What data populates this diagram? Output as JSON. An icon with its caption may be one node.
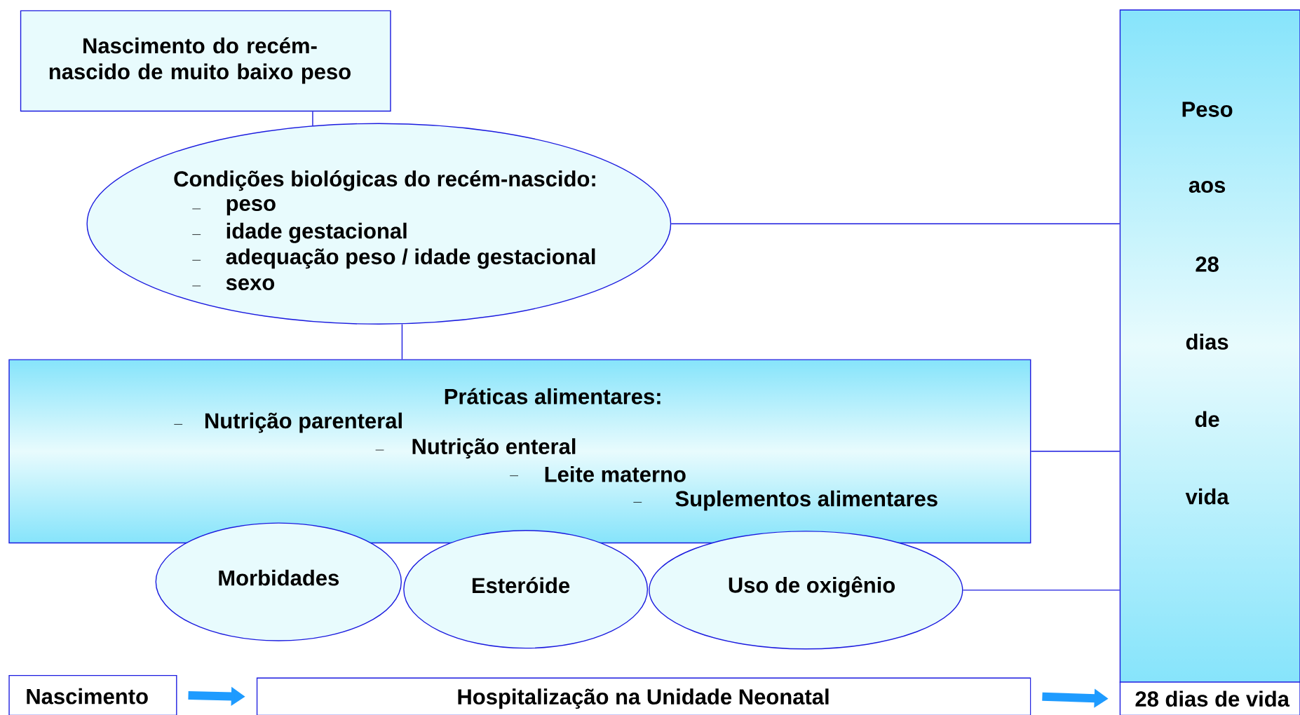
{
  "diagram": {
    "nodes": [
      {
        "text": [
          "Nascimento do recém-nascido de muito baixo peso"
        ]
      },
      {
        "text": [
          "Condições biológicas do recém-nascido:",
          "peso",
          "idade gestacional",
          "adequação peso / idade gestacional",
          "sexo"
        ]
      },
      {
        "text": [
          "Peso",
          "aos",
          "28",
          "dias",
          "de",
          "vida"
        ]
      },
      {
        "text": [
          "Práticas alimentares:",
          "Nutrição  parenteral",
          "Nutrição enteral",
          "Leite materno",
          "Suplementos alimentares"
        ]
      },
      {
        "text": [
          "Morbidades"
        ]
      },
      {
        "text": [
          "Esteróide"
        ]
      },
      {
        "text": [
          "Uso de oxigênio"
        ]
      },
      {
        "text": [
          "Nascimento"
        ]
      },
      {
        "text": [
          "Hospitalização  na  Unidade  Neonatal"
        ]
      },
      {
        "text": [
          "28 dias de vida"
        ]
      }
    ],
    "edges": [
      {
        "from": 0,
        "to": 1,
        "arrow": "none"
      },
      {
        "from": 1,
        "to": 3,
        "arrow": "none"
      },
      {
        "from": 1,
        "to": 2,
        "arrow": "none"
      },
      {
        "from": 3,
        "to": 2,
        "arrow": "none"
      },
      {
        "from": 6,
        "to": 2,
        "arrow": "none"
      },
      {
        "from": 7,
        "to": 8,
        "arrow": "to",
        "style": "thick",
        "color": "#1e9bff"
      },
      {
        "from": 8,
        "to": 9,
        "arrow": "to",
        "style": "thick",
        "color": "#1e9bff"
      }
    ]
  }
}
